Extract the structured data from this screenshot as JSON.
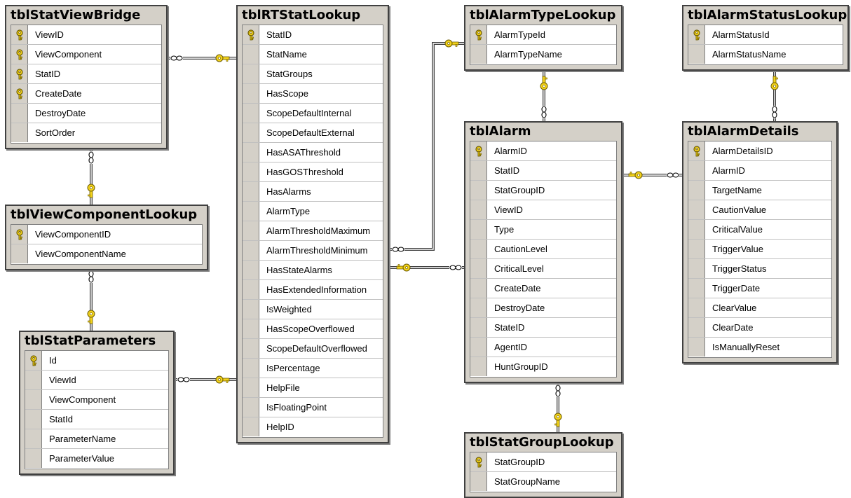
{
  "colors": {
    "window": "#d4d0c8",
    "border": "#404040",
    "key": "#f2d21b",
    "key_outline": "#6b5a00",
    "line": "#404040"
  },
  "icons": {
    "primary_key": "key-icon"
  },
  "tables": [
    {
      "id": "tblStatViewBridge",
      "title": "tblStatViewBridge",
      "fields": [
        {
          "name": "ViewID",
          "pk": true
        },
        {
          "name": "ViewComponent",
          "pk": true
        },
        {
          "name": "StatID",
          "pk": true
        },
        {
          "name": "CreateDate",
          "pk": true
        },
        {
          "name": "DestroyDate",
          "pk": false
        },
        {
          "name": "SortOrder",
          "pk": false
        }
      ]
    },
    {
      "id": "tblViewComponentLookup",
      "title": "tblViewComponentLookup",
      "fields": [
        {
          "name": "ViewComponentID",
          "pk": true
        },
        {
          "name": "ViewComponentName",
          "pk": false
        }
      ]
    },
    {
      "id": "tblStatParameters",
      "title": "tblStatParameters",
      "fields": [
        {
          "name": "Id",
          "pk": true
        },
        {
          "name": "ViewId",
          "pk": false
        },
        {
          "name": "ViewComponent",
          "pk": false
        },
        {
          "name": "StatId",
          "pk": false
        },
        {
          "name": "ParameterName",
          "pk": false
        },
        {
          "name": "ParameterValue",
          "pk": false
        }
      ]
    },
    {
      "id": "tblRTStatLookup",
      "title": "tblRTStatLookup",
      "fields": [
        {
          "name": "StatID",
          "pk": true
        },
        {
          "name": "StatName",
          "pk": false
        },
        {
          "name": "StatGroups",
          "pk": false
        },
        {
          "name": "HasScope",
          "pk": false
        },
        {
          "name": "ScopeDefaultInternal",
          "pk": false
        },
        {
          "name": "ScopeDefaultExternal",
          "pk": false
        },
        {
          "name": "HasASAThreshold",
          "pk": false
        },
        {
          "name": "HasGOSThreshold",
          "pk": false
        },
        {
          "name": "HasAlarms",
          "pk": false
        },
        {
          "name": "AlarmType",
          "pk": false
        },
        {
          "name": "AlarmThresholdMaximum",
          "pk": false
        },
        {
          "name": "AlarmThresholdMinimum",
          "pk": false
        },
        {
          "name": "HasStateAlarms",
          "pk": false
        },
        {
          "name": "HasExtendedInformation",
          "pk": false
        },
        {
          "name": "IsWeighted",
          "pk": false
        },
        {
          "name": "HasScopeOverflowed",
          "pk": false
        },
        {
          "name": "ScopeDefaultOverflowed",
          "pk": false
        },
        {
          "name": "IsPercentage",
          "pk": false
        },
        {
          "name": "HelpFile",
          "pk": false
        },
        {
          "name": "IsFloatingPoint",
          "pk": false
        },
        {
          "name": "HelpID",
          "pk": false
        }
      ]
    },
    {
      "id": "tblAlarmTypeLookup",
      "title": "tblAlarmTypeLookup",
      "fields": [
        {
          "name": "AlarmTypeId",
          "pk": true
        },
        {
          "name": "AlarmTypeName",
          "pk": false
        }
      ]
    },
    {
      "id": "tblAlarmStatusLookup",
      "title": "tblAlarmStatusLookup",
      "fields": [
        {
          "name": "AlarmStatusId",
          "pk": true
        },
        {
          "name": "AlarmStatusName",
          "pk": false
        }
      ]
    },
    {
      "id": "tblAlarm",
      "title": "tblAlarm",
      "fields": [
        {
          "name": "AlarmID",
          "pk": true
        },
        {
          "name": "StatID",
          "pk": false
        },
        {
          "name": "StatGroupID",
          "pk": false
        },
        {
          "name": "ViewID",
          "pk": false
        },
        {
          "name": "Type",
          "pk": false
        },
        {
          "name": "CautionLevel",
          "pk": false
        },
        {
          "name": "CriticalLevel",
          "pk": false
        },
        {
          "name": "CreateDate",
          "pk": false
        },
        {
          "name": "DestroyDate",
          "pk": false
        },
        {
          "name": "StateID",
          "pk": false
        },
        {
          "name": "AgentID",
          "pk": false
        },
        {
          "name": "HuntGroupID",
          "pk": false
        }
      ]
    },
    {
      "id": "tblAlarmDetails",
      "title": "tblAlarmDetails",
      "fields": [
        {
          "name": "AlarmDetailsID",
          "pk": true
        },
        {
          "name": "AlarmID",
          "pk": false
        },
        {
          "name": "TargetName",
          "pk": false
        },
        {
          "name": "CautionValue",
          "pk": false
        },
        {
          "name": "CriticalValue",
          "pk": false
        },
        {
          "name": "TriggerValue",
          "pk": false
        },
        {
          "name": "TriggerStatus",
          "pk": false
        },
        {
          "name": "TriggerDate",
          "pk": false
        },
        {
          "name": "ClearValue",
          "pk": false
        },
        {
          "name": "ClearDate",
          "pk": false
        },
        {
          "name": "IsManuallyReset",
          "pk": false
        }
      ]
    },
    {
      "id": "tblStatGroupLookup",
      "title": "tblStatGroupLookup",
      "fields": [
        {
          "name": "StatGroupID",
          "pk": true
        },
        {
          "name": "StatGroupName",
          "pk": false
        }
      ]
    }
  ],
  "relationships": [
    {
      "from": "tblStatViewBridge",
      "to": "tblRTStatLookup",
      "many_end": "tblStatViewBridge",
      "one_end": "tblRTStatLookup"
    },
    {
      "from": "tblStatViewBridge",
      "to": "tblViewComponentLookup",
      "many_end": "tblStatViewBridge",
      "one_end": "tblViewComponentLookup"
    },
    {
      "from": "tblViewComponentLookup",
      "to": "tblStatParameters",
      "many_end": "tblViewComponentLookup",
      "one_end": "tblStatParameters"
    },
    {
      "from": "tblStatParameters",
      "to": "tblRTStatLookup",
      "many_end": "tblStatParameters",
      "one_end": "tblRTStatLookup"
    },
    {
      "from": "tblRTStatLookup",
      "to": "tblAlarmTypeLookup",
      "many_end": "tblRTStatLookup",
      "one_end": "tblAlarmTypeLookup"
    },
    {
      "from": "tblRTStatLookup",
      "to": "tblAlarm",
      "many_end": "tblAlarm",
      "one_end": "tblRTStatLookup"
    },
    {
      "from": "tblAlarmTypeLookup",
      "to": "tblAlarm",
      "many_end": "tblAlarm",
      "one_end": "tblAlarmTypeLookup"
    },
    {
      "from": "tblAlarm",
      "to": "tblAlarmDetails",
      "many_end": "tblAlarmDetails",
      "one_end": "tblAlarm"
    },
    {
      "from": "tblAlarmStatusLookup",
      "to": "tblAlarmDetails",
      "many_end": "tblAlarmDetails",
      "one_end": "tblAlarmStatusLookup"
    },
    {
      "from": "tblAlarm",
      "to": "tblStatGroupLookup",
      "many_end": "tblAlarm",
      "one_end": "tblStatGroupLookup"
    }
  ]
}
